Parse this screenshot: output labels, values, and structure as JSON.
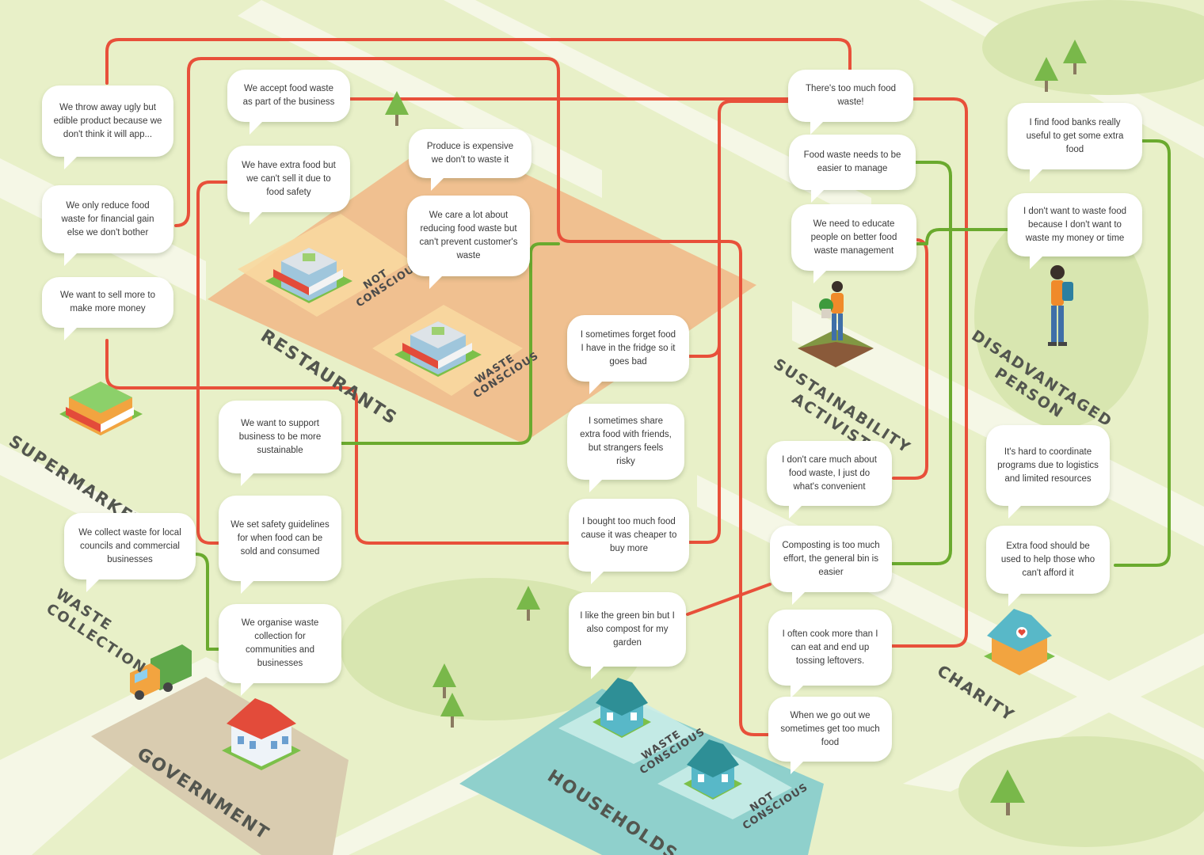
{
  "zones": {
    "supermarket": "SUPERMARKET",
    "restaurants": "RESTAURANTS",
    "waste_collection": "WASTE COLLECTION",
    "government": "GOVERNMENT",
    "households": "HOUSEHOLDS",
    "sustainability_activist": "SUSTAINABILITY ACTIVIST",
    "disadvantaged_person": "DISADVANTAGED PERSON",
    "charity": "CHARITY",
    "not_conscious": "NOT CONSCIOUS",
    "waste_conscious": "WASTE CONSCIOUS"
  },
  "bubbles": {
    "ugly_product": "We throw away ugly but edible product because we don't think it will app...",
    "financial_gain": "We only reduce food waste for financial gain else we don't bother",
    "sell_more": "We want to sell more to make more money",
    "accept_waste": "We accept food waste as part of the business",
    "extra_food_safety": "We have extra food but we can't sell it due to food safety",
    "produce_expensive": "Produce is expensive we don't to waste it",
    "care_customer_waste": "We care a lot about reducing food waste but can't prevent customer's waste",
    "collect_waste": "We collect waste for local councils and commercial businesses",
    "support_business": "We want to support business to be more sustainable",
    "safety_guidelines": "We set safety guidelines for when food can be sold and consumed",
    "organise_waste": "We organise waste collection for communities and businesses",
    "forget_fridge": "I sometimes forget food I have in the fridge so it goes bad",
    "share_friends": "I sometimes share extra food with friends, but strangers feels risky",
    "bought_cheaper": "I bought too much food cause it was cheaper to buy more",
    "green_bin": "I like the green bin but I also compost for my garden",
    "too_much_waste": "There's too much food waste!",
    "easier_manage": "Food waste needs to be easier to manage",
    "educate_people": "We need to educate people on better food waste management",
    "dont_care": "I don't care much about food waste, I just do what's convenient",
    "composting_effort": "Composting is too much effort, the general bin is easier",
    "cook_more": "I often cook more than I can eat and end up tossing leftovers.",
    "go_out": "When we go out we sometimes get too much food",
    "food_banks": "I find food banks really useful to get some extra food",
    "dont_waste_money": "I don't want to waste food because I don't want to waste my money or time",
    "hard_coordinate": "It's hard to coordinate programs due to logistics and limited resources",
    "help_afford": "Extra food should be used to help those who can't afford it"
  },
  "colors": {
    "negative_link": "#e8503a",
    "positive_link": "#6aaa2e",
    "background": "#e8f0c8",
    "restaurant_zone": "#f0c090",
    "household_zone": "#8fd0cc",
    "government_zone": "#d9ccb0"
  },
  "icons": [
    "restaurant-building-icon",
    "supermarket-building-icon",
    "garbage-truck-icon",
    "government-house-icon",
    "household-house-icon",
    "activist-person-icon",
    "backpack-person-icon",
    "charity-house-icon",
    "tree-icon"
  ]
}
